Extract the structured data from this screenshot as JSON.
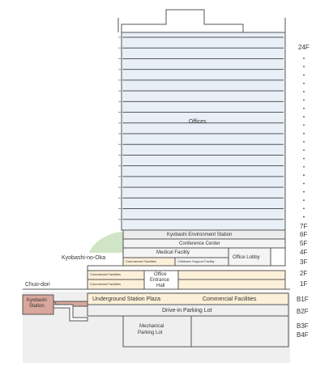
{
  "floors": {
    "top": "24F",
    "f7": "7F",
    "f6": "6F",
    "f5": "5F",
    "f4": "4F",
    "f3": "3F",
    "f2": "2F",
    "f1": "1F",
    "b1": "B1F",
    "b2": "B2F",
    "b3": "B3F",
    "b4": "B4F"
  },
  "spaces": {
    "offices": "Offices",
    "environment": "Kyobashi Environment Station",
    "conference": "Conference Center",
    "medical": "Medical Facility",
    "commercial_3f": "Commercial Facilities",
    "childcare": "Childcare Support Facility",
    "office_lobby": "Office Lobby",
    "commercial_2f": "Commercial Facilities",
    "commercial_1f": "Commercial Facilities",
    "office_entrance_1": "Office",
    "office_entrance_2": "Entrance",
    "office_entrance_3": "Hall",
    "underground_plaza": "Underground Station Plaza",
    "commercial_b1": "Commercial Facilities",
    "parking": "Drive-in Parking Lot",
    "mechanical_1": "Mechanical",
    "mechanical_2": "Parking Lot"
  },
  "external": {
    "kyobashi_no_oka": "Kyobashi-no-Oka",
    "chuo_dori": "Chuo-dori",
    "station_1": "Kyobashi",
    "station_2": "Station"
  },
  "colors": {
    "office_band": "#e8eff7",
    "floor_fill": "#f6f6f6",
    "commercial_peach": "#fdf0d8",
    "underground_grey": "#d8d8d8",
    "station_pink": "#d9a79c",
    "greenery": "#cfe5c5",
    "outline": "#555555"
  }
}
